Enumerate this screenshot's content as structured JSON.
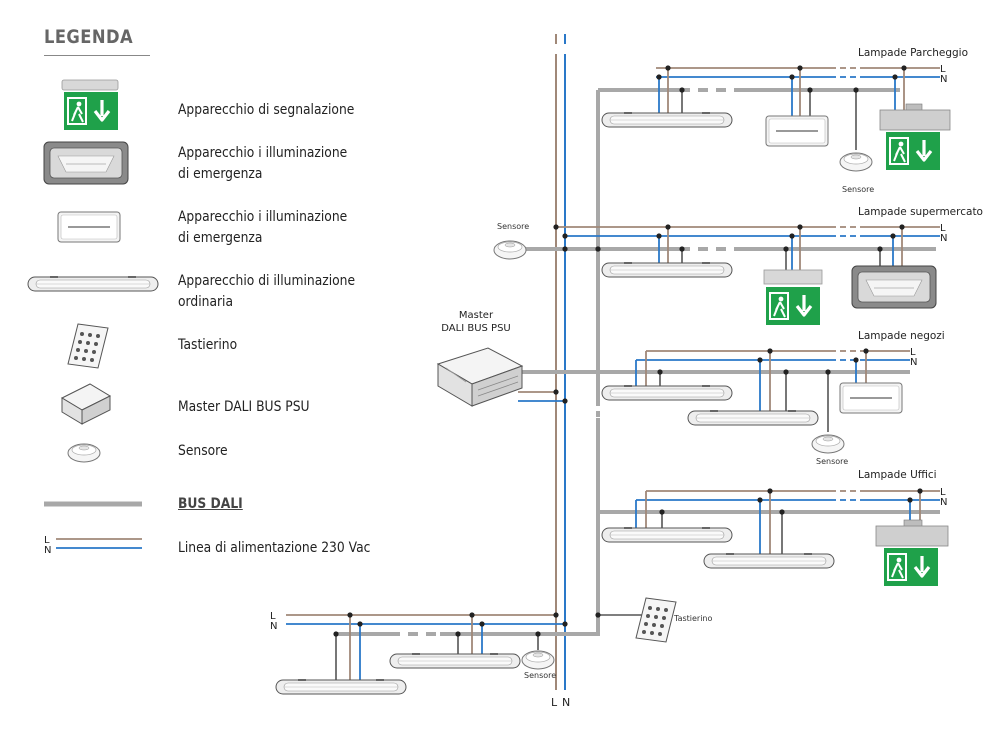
{
  "legend": {
    "title": "LEGENDA",
    "items": [
      {
        "label": "Apparecchio di segnalazione"
      },
      {
        "label": "Apparecchio i illuminazione\ndi emergenza"
      },
      {
        "label": "Apparecchio i illuminazione\ndi emergenza"
      },
      {
        "label": "Apparecchio di illuminazione\nordinaria"
      },
      {
        "label": "Tastierino"
      },
      {
        "label": "Master DALI BUS PSU"
      },
      {
        "label": "Sensore"
      },
      {
        "label": "BUS DALI"
      },
      {
        "label": "Linea di alimentazione 230 Vac"
      }
    ],
    "line_L": "L",
    "line_N": "N"
  },
  "diagram": {
    "groups": [
      {
        "title": "Lampade Parcheggio"
      },
      {
        "title": "Lampade supermercato"
      },
      {
        "title": "Lampade negozi"
      },
      {
        "title": "Lampade Uffici"
      }
    ],
    "master_label": "Master\nDALI BUS PSU",
    "sensor_label": "Sensore",
    "keypad_label": "Tastierino",
    "phase_label": "L",
    "neutral_label": "N"
  },
  "colors": {
    "bus": "#a8a8a8",
    "phase_L": "#a08878",
    "neutral_N": "#2a78c8",
    "exit_green": "#1fa14a",
    "junction": "#222222"
  },
  "icons": {
    "exit_sign": "exit-sign-icon",
    "emergency_large": "emergency-light-large-icon",
    "emergency_small": "emergency-light-small-icon",
    "linear_fixture": "linear-fixture-icon",
    "keypad": "keypad-icon",
    "master_psu": "master-psu-icon",
    "sensor": "sensor-icon"
  }
}
